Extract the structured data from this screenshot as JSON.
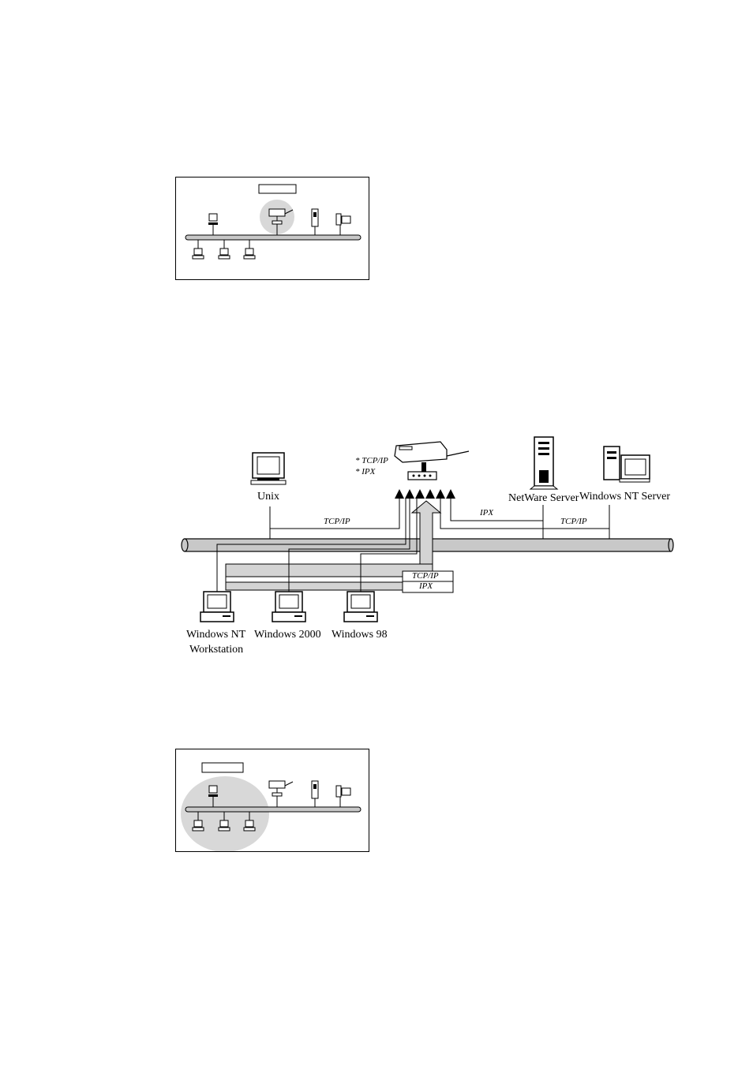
{
  "main_diagram": {
    "printer_protocols": [
      "* TCP/IP",
      "* IPX"
    ],
    "hosts": {
      "unix": "Unix",
      "netware_server": "NetWare Server",
      "windows_nt_server": "Windows NT Server",
      "windows_nt_workstation_line1": "Windows NT",
      "windows_nt_workstation_line2": "Workstation",
      "windows_2000": "Windows 2000",
      "windows_98": "Windows 98"
    },
    "links": {
      "unix_link": "TCP/IP",
      "netware_link": "IPX",
      "nt_server_link": "TCP/IP"
    },
    "client_protocol_box": [
      "TCP/IP",
      "IPX"
    ]
  },
  "colors": {
    "cable_fill": "#c8c8c8",
    "highlight_fill": "#d4d4d4",
    "line": "#000000"
  }
}
